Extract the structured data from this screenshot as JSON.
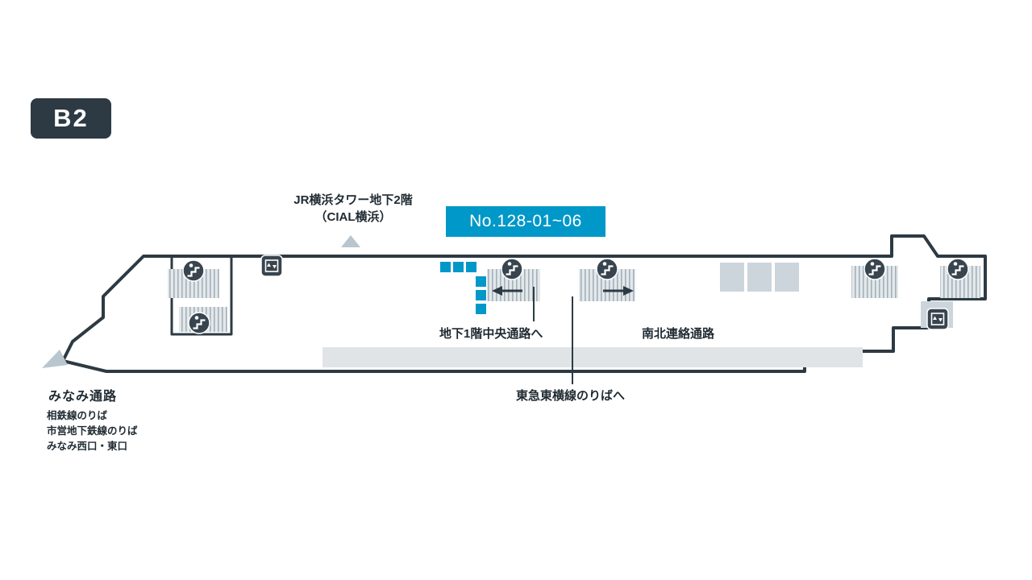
{
  "floor_badge": "B2",
  "labels": {
    "jr_tower_line1": "JR横浜タワー地下2階",
    "jr_tower_line2": "（CIAL横浜）",
    "sign_no": "No.128-01~06",
    "b1_central": "地下1階中央通路へ",
    "north_south": "南北連絡通路",
    "toyoko": "東急東横線のりばへ",
    "minami": "みなみ通路",
    "minami_sub": [
      "相鉄線のりば",
      "市営地下鉄線のりば",
      "みなみ西口・東口"
    ]
  },
  "sign_locations_count": 6,
  "colors": {
    "accent": "#0098c8",
    "outline": "#2d3a43",
    "icon": "#39454e",
    "light": "#ccd5db",
    "band": "#e0e4e7",
    "arrow": "#b9c6ce"
  }
}
